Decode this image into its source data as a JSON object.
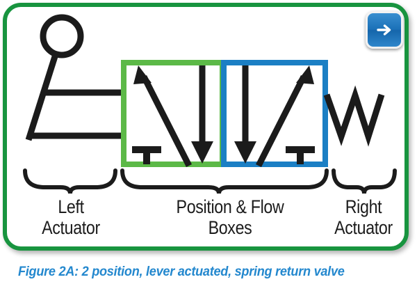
{
  "figure": {
    "frame_color": "#18943f",
    "caption": "Figure 2A: 2 position, lever actuated, spring return valve",
    "caption_color": "#2488ce"
  },
  "next_button": {
    "icon": "arrow-right-icon",
    "background_color": "#1b71b8",
    "arrow_color": "#ffffff"
  },
  "diagram": {
    "line_color": "#1b1b1b",
    "left_actuator": {
      "type": "lever",
      "icon": "lever-handle-icon",
      "knob_shape": "circle"
    },
    "boxes": [
      {
        "name": "position-box-left",
        "border_color": "#5cb947",
        "symbols": [
          "diagonal-arrow-up-left",
          "vertical-arrow-down",
          "blocked-port-tee"
        ]
      },
      {
        "name": "position-box-right",
        "border_color": "#1b7fc4",
        "symbols": [
          "vertical-arrow-down",
          "diagonal-arrow-up-right",
          "blocked-port-tee"
        ]
      }
    ],
    "right_actuator": {
      "type": "spring",
      "icon": "spring-zigzag-icon"
    }
  },
  "labels": {
    "left_actuator": "Left\nActuator",
    "position_flow_boxes": "Position & Flow\nBoxes",
    "right_actuator": "Right\nActuator"
  }
}
